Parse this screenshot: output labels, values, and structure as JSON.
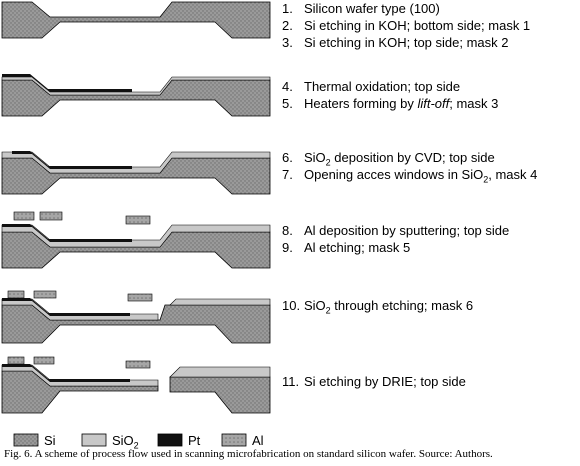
{
  "steps": [
    {
      "num": "1.",
      "text": "Silicon wafer type (100)"
    },
    {
      "num": "2.",
      "text": "Si etching in KOH; bottom side; mask 1"
    },
    {
      "num": "3.",
      "text": "Si etching in KOH; top side; mask 2"
    },
    {
      "num": "4.",
      "text": "Thermal oxidation; top side"
    },
    {
      "num": "5.",
      "pre": "Heaters forming by ",
      "italic": "lift-off",
      "post": "; mask 3"
    },
    {
      "num": "6.",
      "pre": "SiO",
      "sub": "2",
      "post": " deposition by CVD; top side"
    },
    {
      "num": "7.",
      "pre": "Opening acces windows in SiO",
      "sub": "2",
      "post": ", mask 4"
    },
    {
      "num": "8.",
      "text": "Al deposition by sputtering; top side"
    },
    {
      "num": "9.",
      "text": "Al etching; mask 5"
    },
    {
      "num": "10.",
      "pre": "SiO",
      "sub": "2",
      "post": " through etching; mask 6"
    },
    {
      "num": "11.",
      "text": "Si etching by DRIE; top side"
    }
  ],
  "legend": [
    {
      "id": "si",
      "label": "Si"
    },
    {
      "id": "sio2",
      "label": "SiO",
      "sub": "2"
    },
    {
      "id": "pt",
      "label": "Pt"
    },
    {
      "id": "al",
      "label": "Al"
    }
  ],
  "caption": "Fig. 6. A scheme of process flow used in scanning microfabrication on standard silicon wafer. Source: Authors.",
  "colors": {
    "si": "#9a9a9a",
    "sio2": "#c8c8c8",
    "pt": "#111111",
    "al": "#a6a6a6",
    "outline": "#000000"
  }
}
